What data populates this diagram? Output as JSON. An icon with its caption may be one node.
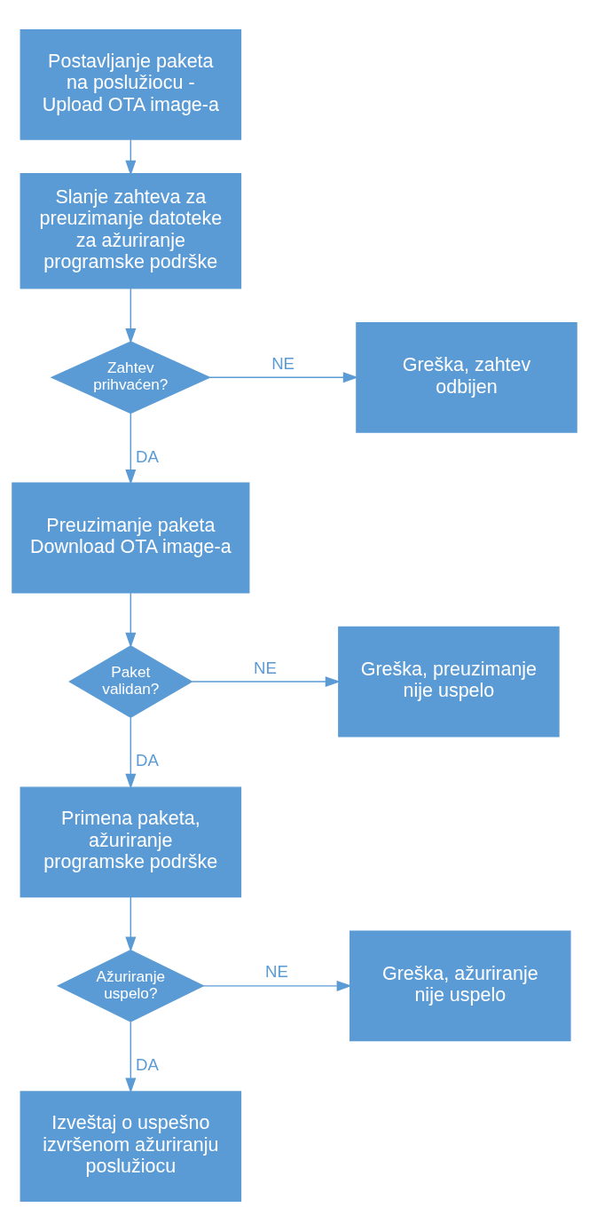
{
  "diagram": {
    "nodes": [
      {
        "text": [
          "Postavljanje paketa na poslužiocu - Upload OTA image-a"
        ]
      },
      {
        "text": [
          "Slanje zahteva za preuzimanje datoteke za ažuriranje programske podrške"
        ]
      },
      {
        "text": [
          "Zahtev prihvaćen?"
        ]
      },
      {
        "text": [
          "Greška, zahtev odbijen"
        ]
      },
      {
        "text": [
          "Preuzimanje paketa Download OTA image-a"
        ]
      },
      {
        "text": [
          "Paket validan?"
        ]
      },
      {
        "text": [
          "Greška, preuzimanje nije uspelo"
        ]
      },
      {
        "text": [
          "Primena paketa, ažuriranje programske podrške"
        ]
      },
      {
        "text": [
          "Ažuriranje uspelo?"
        ]
      },
      {
        "text": [
          "Greška, ažuriranje nije uspelo"
        ]
      },
      {
        "text": [
          "Izveštaj o uspešno izvršenom ažuriranju poslužiocu"
        ]
      }
    ],
    "edges": [
      {
        "from": 0,
        "to": 1,
        "arrow": "to"
      },
      {
        "from": 1,
        "to": 2,
        "arrow": "to"
      },
      {
        "from": 2,
        "to": 3,
        "arrow": "to",
        "label": "NE"
      },
      {
        "from": 2,
        "to": 4,
        "arrow": "to",
        "label": "DA"
      },
      {
        "from": 4,
        "to": 5,
        "arrow": "to"
      },
      {
        "from": 5,
        "to": 6,
        "arrow": "to",
        "label": "NE"
      },
      {
        "from": 5,
        "to": 7,
        "arrow": "to",
        "label": "DA"
      },
      {
        "from": 7,
        "to": 8,
        "arrow": "to"
      },
      {
        "from": 8,
        "to": 9,
        "arrow": "to",
        "label": "NE"
      },
      {
        "from": 8,
        "to": 10,
        "arrow": "to",
        "label": "DA"
      }
    ]
  }
}
